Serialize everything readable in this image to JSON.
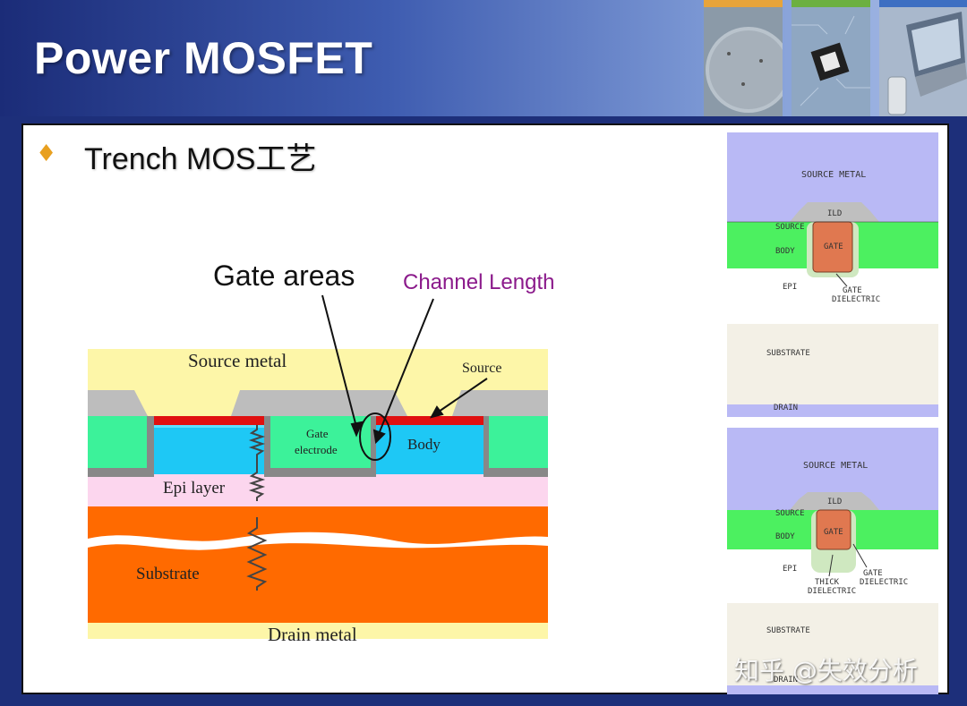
{
  "header": {
    "title": "Power MOSFET"
  },
  "bullet": {
    "text": "Trench MOS工艺"
  },
  "annotations": {
    "gate_areas": "Gate areas",
    "channel_length": "Channel Length"
  },
  "cross_section": {
    "source_metal": "Source metal",
    "source": "Source",
    "gate_electrode_line1": "Gate",
    "gate_electrode_line2": "electrode",
    "body": "Body",
    "epi_layer": "Epi layer",
    "substrate": "Substrate",
    "drain_metal": "Drain metal"
  },
  "diagram_top": {
    "source_metal": "SOURCE METAL",
    "ild": "ILD",
    "source": "SOURCE",
    "body": "BODY",
    "gate": "GATE",
    "epi": "EPI",
    "gate_dielectric_line1": "GATE",
    "gate_dielectric_line2": "DIELECTRIC",
    "substrate": "SUBSTRATE",
    "drain": "DRAIN"
  },
  "diagram_bottom": {
    "source_metal": "SOURCE METAL",
    "ild": "ILD",
    "source": "SOURCE",
    "body": "BODY",
    "gate": "GATE",
    "epi": "EPI",
    "thick_dielectric_line1": "THICK",
    "thick_dielectric_line2": "DIELECTRIC",
    "gate_dielectric_line1": "GATE",
    "gate_dielectric_line2": "DIELECTRIC",
    "substrate": "SUBSTRATE",
    "drain": "DRAIN"
  },
  "watermark": "知乎 @失效分析",
  "colors": {
    "source_metal": "#fdf6a8",
    "oxide": "#bdbdbd",
    "gate": "#3cf29a",
    "body": "#1ec8f5",
    "epi": "#fcd6ee",
    "substrate": "#ff6a00",
    "contact": "#e01010",
    "accent_bullet": "#e8a020",
    "channel_label": "#8b1a8b"
  }
}
